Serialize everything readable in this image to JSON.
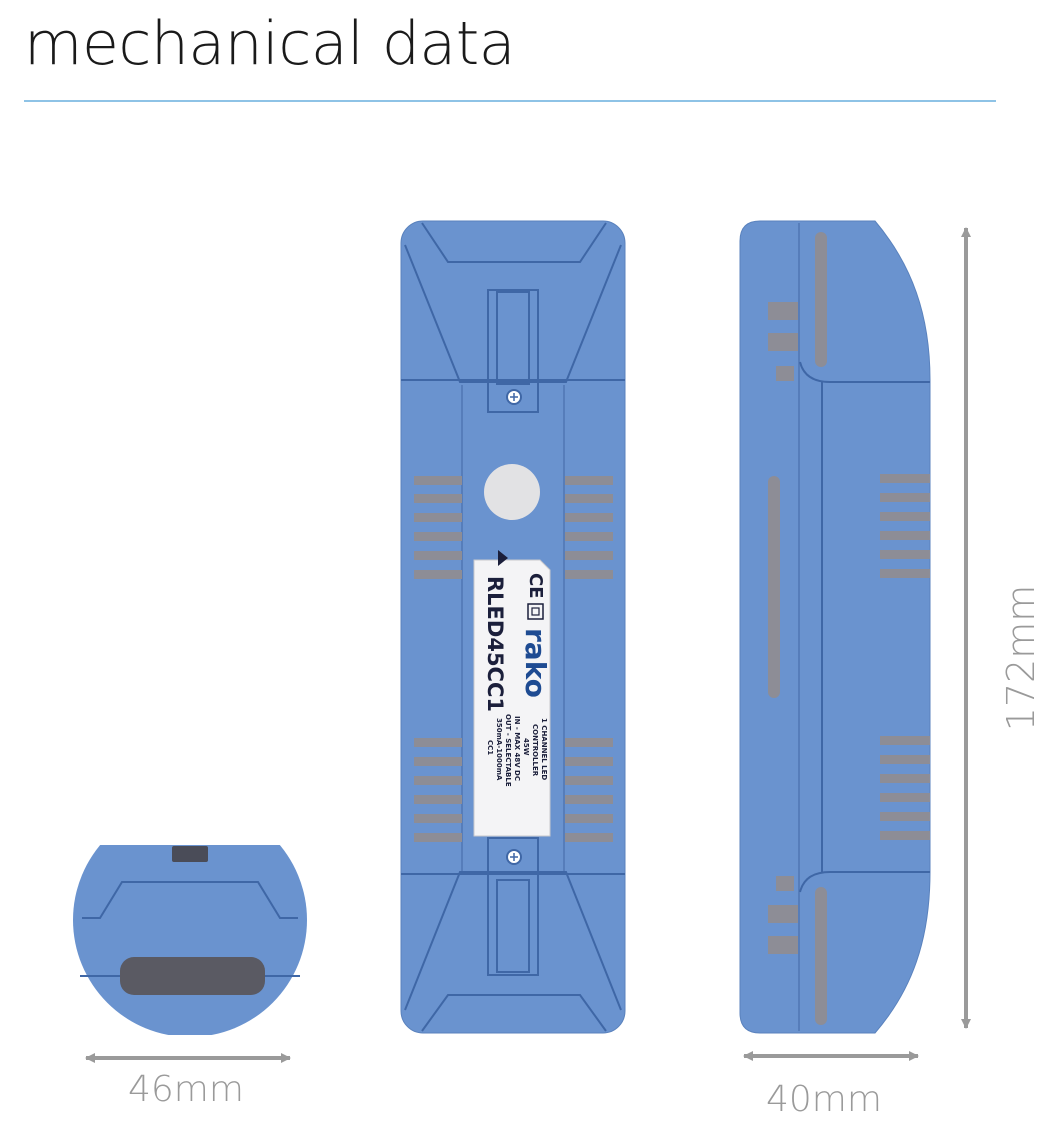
{
  "title": "mechanical data",
  "label": {
    "ce_mark": "CE",
    "brand": "rako",
    "model": "RLED45CC1",
    "spec_lines": [
      "1 CHANNEL LED",
      "CONTROLLER",
      "45W",
      "IN - MAX 48V DC",
      "OUT - SELECTABLE",
      "350mA-1000mA",
      "CC1"
    ]
  },
  "dimensions": {
    "width": "46mm",
    "depth": "40mm",
    "length": "172mm"
  },
  "colors": {
    "housing": "#6a93cf",
    "housing_outline": "#3f67a6",
    "slot": "#8d8d96",
    "arrow": "#9a9a9a",
    "rule": "#8ec3e6"
  }
}
